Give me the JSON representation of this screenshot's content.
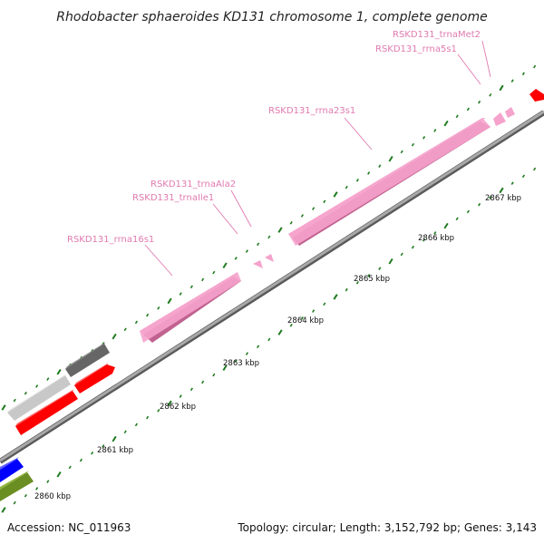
{
  "title": "Rhodobacter sphaeroides KD131 chromosome 1, complete genome",
  "footer": {
    "accession": "Accession: NC_011963",
    "summary": "Topology: circular; Length: 3,152,792 bp; Genes: 3,143"
  },
  "colors": {
    "rrna": "#f5a3cc",
    "trna": "#f5a3cc",
    "cds_red": "#ff0000",
    "cds_blue": "#0000ff",
    "cds_green": "#6b8e23",
    "cds_gray_light": "#c8c8c8",
    "cds_gray_dark": "#666666",
    "backbone": "#888888",
    "tick": "#1f7a1f",
    "label": "#e07ab0"
  },
  "kbp_labels": [
    "2860 kbp",
    "2861 kbp",
    "2862 kbp",
    "2863 kbp",
    "2864 kbp",
    "2865 kbp",
    "2866 kbp",
    "2867 kbp"
  ],
  "feature_labels": [
    "RSKD131_trnaMet2",
    "RSKD131_rrna5s1",
    "RSKD131_rrna23s1",
    "RSKD131_trnaAla2",
    "RSKD131_trnaIle1",
    "RSKD131_rrna16s1"
  ]
}
